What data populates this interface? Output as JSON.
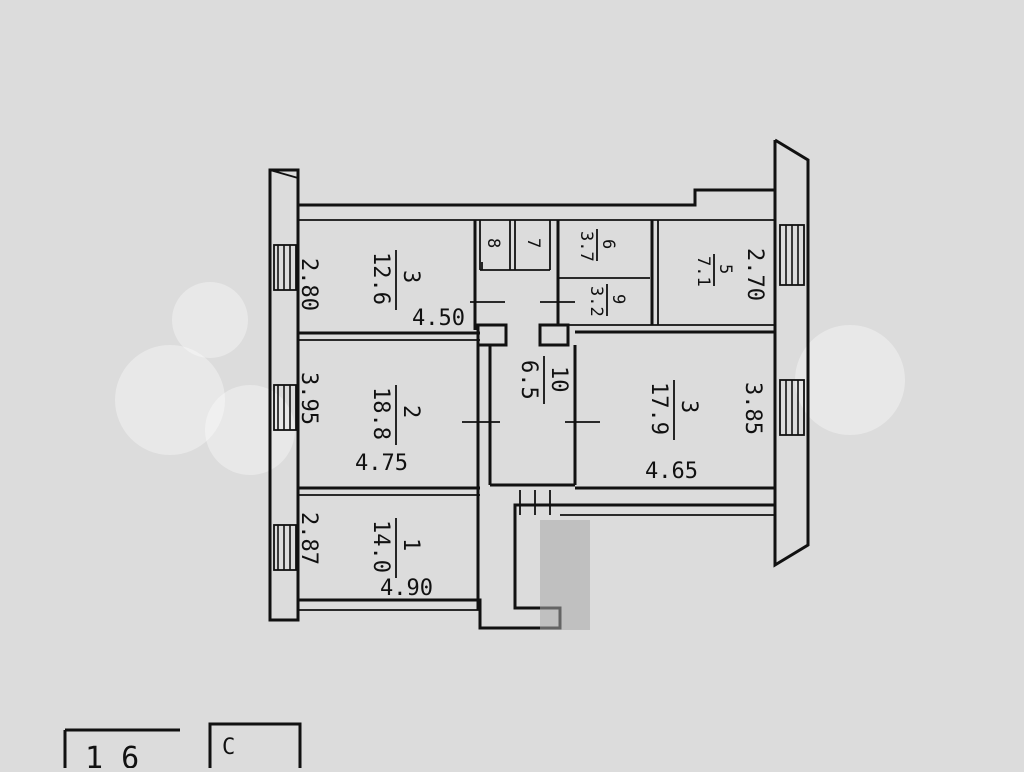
{
  "plan": {
    "rooms": [
      {
        "id": "room-3-left",
        "number": "3",
        "area": "12.6",
        "dim_long": "4.50",
        "dim_short": "2.80"
      },
      {
        "id": "room-2",
        "number": "2",
        "area": "18.8",
        "dim_long": "4.75",
        "dim_short": "3.95"
      },
      {
        "id": "room-1",
        "number": "1",
        "area": "14.0",
        "dim_long": "4.90",
        "dim_short": "2.87"
      },
      {
        "id": "room-10",
        "number": "10",
        "area": "6.5"
      },
      {
        "id": "room-3-right",
        "number": "3",
        "area": "17.9",
        "dim_long": "4.65",
        "dim_short": "3.85"
      },
      {
        "id": "room-5",
        "number": "5",
        "area": "7.1",
        "dim_short": "2.70"
      },
      {
        "id": "room-6",
        "number": "6",
        "area": "3.7"
      },
      {
        "id": "room-9",
        "number": "9",
        "area": "3.2"
      },
      {
        "id": "room-8",
        "number": "8"
      },
      {
        "id": "room-7",
        "number": "7"
      }
    ],
    "bottom_marks": [
      "С",
      "1 6"
    ]
  }
}
